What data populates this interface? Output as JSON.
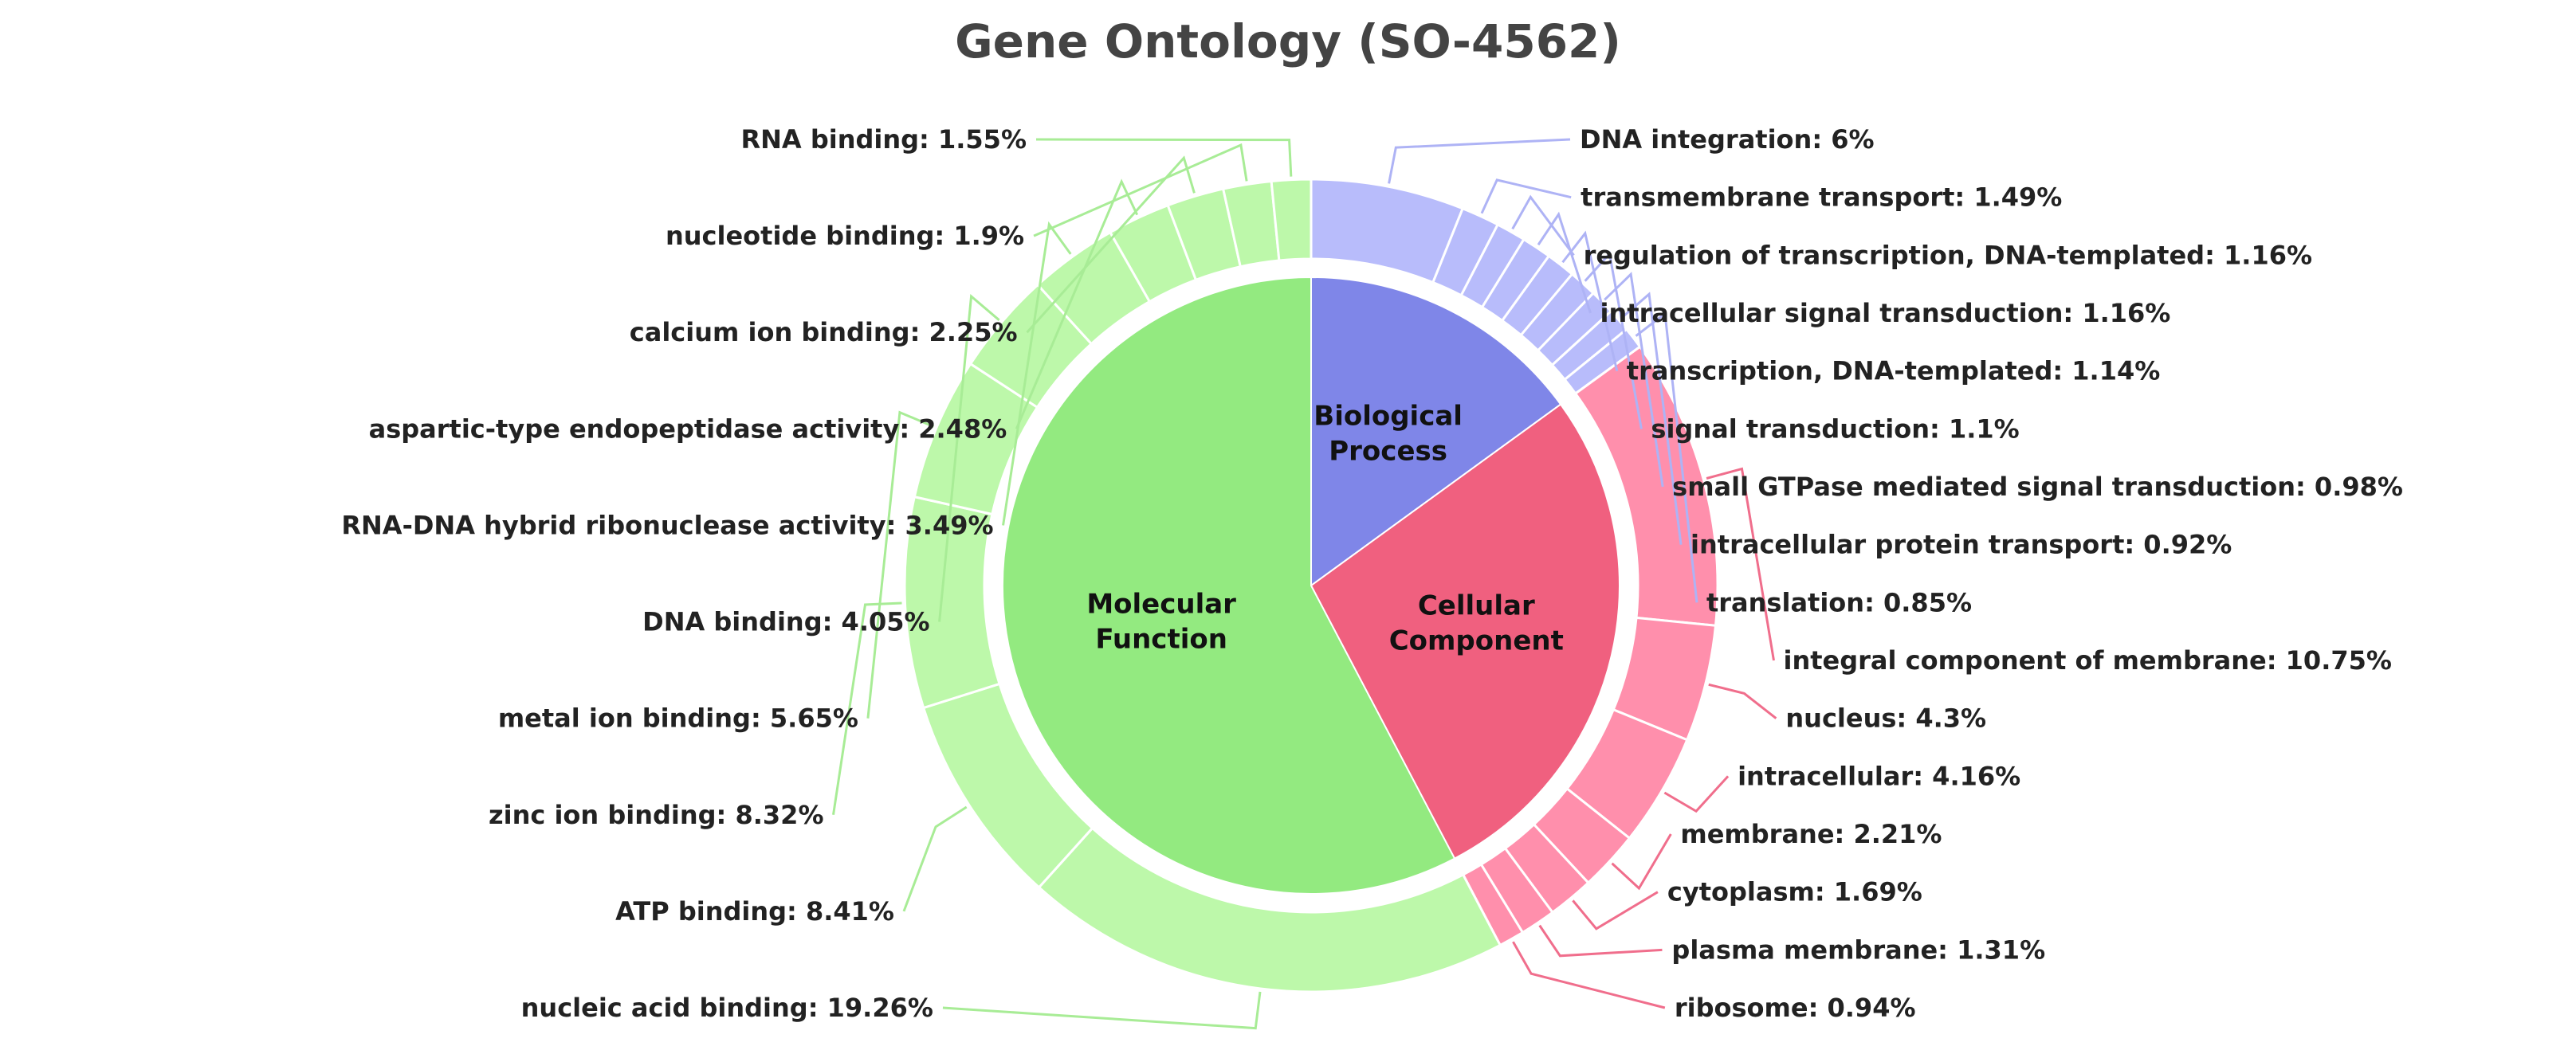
{
  "chart_data": {
    "type": "pie",
    "title": "Gene Ontology (SO-4562)",
    "categories": [
      {
        "name": "Biological Process",
        "name_lines": [
          "Biological",
          "Process"
        ],
        "value": 15.0,
        "inner_color": "#7f86e8",
        "outer_color": "#b8bcfb",
        "line_color": "#aeb3f5",
        "items": [
          {
            "label": "DNA integration",
            "percent": 6
          },
          {
            "label": "transmembrane transport",
            "percent": 1.49
          },
          {
            "label": "regulation of transcription, DNA-templated",
            "percent": 1.16
          },
          {
            "label": "intracellular signal transduction",
            "percent": 1.16
          },
          {
            "label": "transcription, DNA-templated",
            "percent": 1.14
          },
          {
            "label": "signal transduction",
            "percent": 1.1
          },
          {
            "label": "small GTPase mediated signal transduction",
            "percent": 0.98
          },
          {
            "label": "intracellular protein transport",
            "percent": 0.92
          },
          {
            "label": "translation",
            "percent": 0.85
          }
        ]
      },
      {
        "name": "Cellular Component",
        "name_lines": [
          "Cellular",
          "Component"
        ],
        "value": 27.3,
        "inner_color": "#f0607f",
        "outer_color": "#ff8fac",
        "line_color": "#f06e8c",
        "items": [
          {
            "label": "integral component of membrane",
            "percent": 10.75
          },
          {
            "label": "nucleus",
            "percent": 4.3
          },
          {
            "label": "intracellular",
            "percent": 4.16
          },
          {
            "label": "membrane",
            "percent": 2.21
          },
          {
            "label": "cytoplasm",
            "percent": 1.69
          },
          {
            "label": "plasma membrane",
            "percent": 1.31
          },
          {
            "label": "ribosome",
            "percent": 0.94
          }
        ]
      },
      {
        "name": "Molecular Function",
        "name_lines": [
          "Molecular",
          "Function"
        ],
        "value": 57.7,
        "inner_color": "#93ea80",
        "outer_color": "#bdf8aa",
        "line_color": "#a8ec96",
        "items": [
          {
            "label": "nucleic acid binding",
            "percent": 19.26
          },
          {
            "label": "ATP binding",
            "percent": 8.41
          },
          {
            "label": "zinc ion binding",
            "percent": 8.32
          },
          {
            "label": "metal ion binding",
            "percent": 5.65
          },
          {
            "label": "DNA binding",
            "percent": 4.05
          },
          {
            "label": "RNA-DNA hybrid ribonuclease activity",
            "percent": 3.49
          },
          {
            "label": "aspartic-type endopeptidase activity",
            "percent": 2.48
          },
          {
            "label": "calcium ion binding",
            "percent": 2.25
          },
          {
            "label": "nucleotide binding",
            "percent": 1.9
          },
          {
            "label": "RNA binding",
            "percent": 1.55
          }
        ]
      }
    ]
  }
}
